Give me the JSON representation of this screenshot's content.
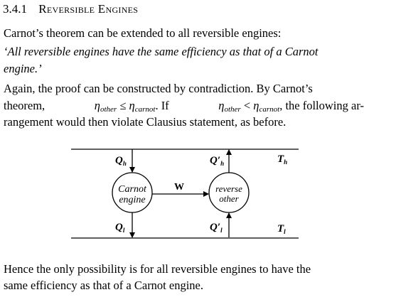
{
  "section": {
    "number": "3.4.1",
    "title": "Reversible Engines"
  },
  "paragraphs": {
    "intro": "Carnot’s theorem can be extended to all reversible engines:",
    "quote_line1": "‘All reversible engines have the same efficiency as that of a Carnot",
    "quote_line2": "engine.’",
    "p2_line1": "Again, the proof can be constructed by contradiction. By Carnot’s",
    "p2_line2_a": "theorem,",
    "p2_line2_eta_other": "η",
    "p2_line2_sub_other": "other",
    "p2_line2_leq": "≤",
    "p2_line2_eta_carnot": "η",
    "p2_line2_sub_carnot": "carnot",
    "p2_line2_b": ". If",
    "p2_line2_eta_other2": "η",
    "p2_line2_sub_other2": "other",
    "p2_line2_lt": "<",
    "p2_line2_eta_carnot2": "η",
    "p2_line2_sub_carnot2": "carnot",
    "p2_line2_c": ", the following ar-",
    "p2_line3": "rangement would then violate Clausius statement, as before.",
    "conclusion_line1": "Hence the only possibility is for all reversible engines to have the",
    "conclusion_line2": "same efficiency as that of a Carnot engine."
  },
  "diagram": {
    "th_label": "T",
    "th_sub": "h",
    "tl_label": "T",
    "tl_sub": "l",
    "qh_label": "Q",
    "qh_sub": "h",
    "ql_label": "Q",
    "ql_sub": "l",
    "qh_prime_label": "Q′",
    "qh_prime_sub": "h",
    "ql_prime_label": "Q′",
    "ql_prime_sub": "l",
    "work_label": "W",
    "carnot_line1": "Carnot",
    "carnot_line2": "engine",
    "reverse_line1": "reverse",
    "reverse_line2": "other"
  }
}
